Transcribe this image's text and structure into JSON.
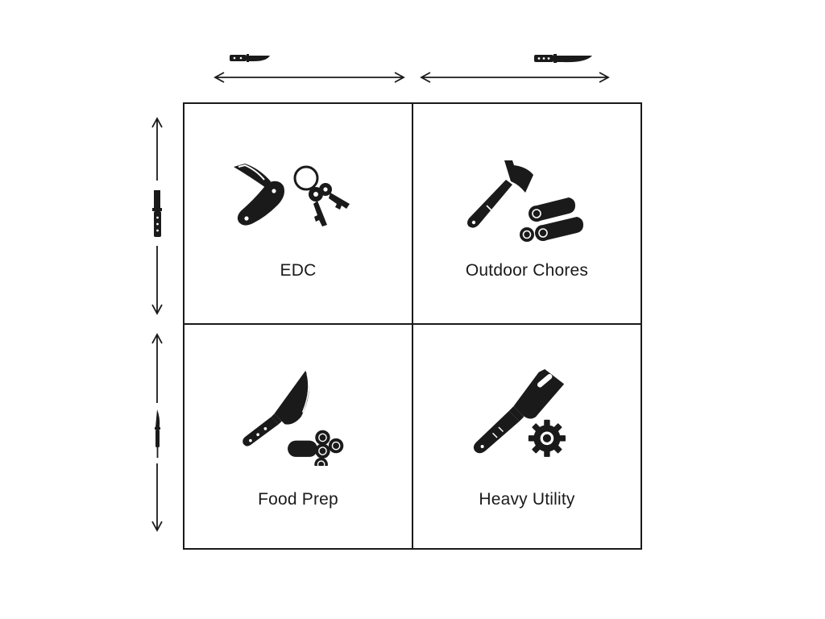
{
  "quadrants": {
    "top_left": {
      "label": "EDC",
      "icons": [
        "folding-knife-icon",
        "keys-icon"
      ]
    },
    "top_right": {
      "label": "Outdoor Chores",
      "icons": [
        "hatchet-icon",
        "firewood-logs-icon"
      ]
    },
    "bottom_left": {
      "label": "Food Prep",
      "icons": [
        "chef-knife-icon",
        "sliced-food-icon"
      ]
    },
    "bottom_right": {
      "label": "Heavy Utility",
      "icons": [
        "cleaver-icon",
        "gear-icon"
      ]
    }
  },
  "axes": {
    "horizontal": {
      "left_icon": "small-knife-icon",
      "right_icon": "long-knife-icon"
    },
    "vertical": {
      "top_icon": "thick-knife-icon",
      "bottom_icon": "thin-knife-icon"
    }
  },
  "colors": {
    "ink": "#1a1a1a",
    "background": "#ffffff"
  }
}
